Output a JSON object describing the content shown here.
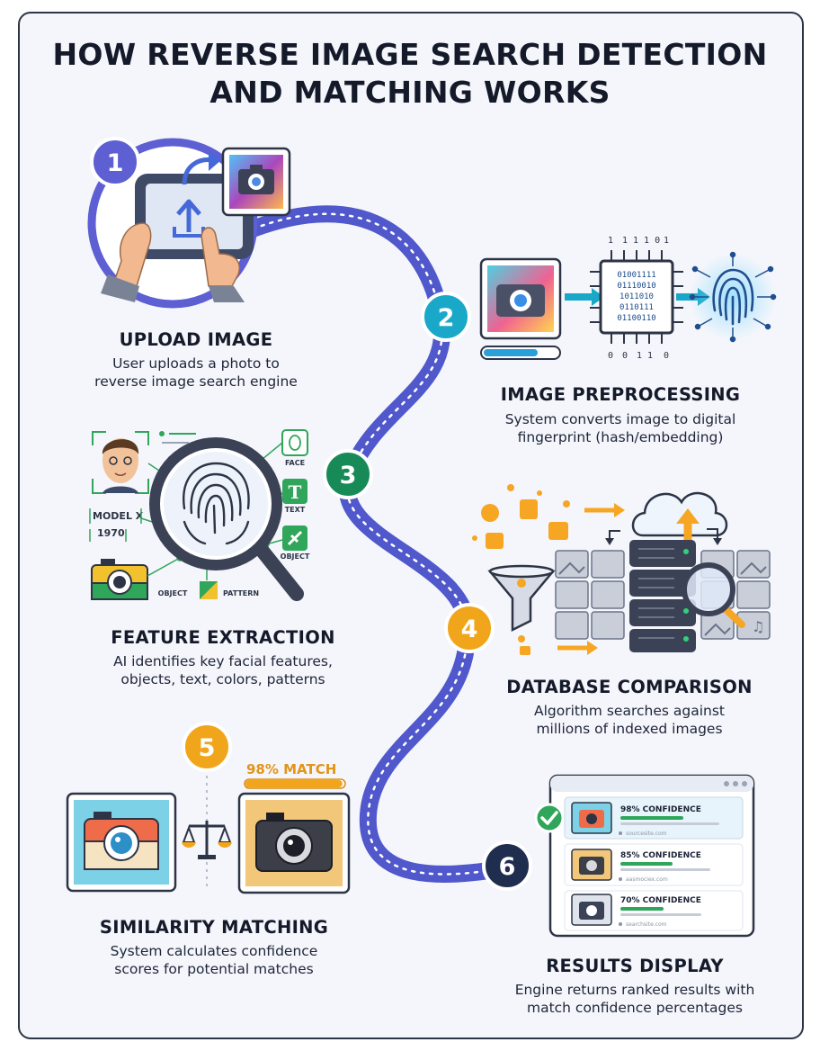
{
  "title_line1": "HOW REVERSE IMAGE SEARCH DETECTION",
  "title_line2": "AND MATCHING WORKS",
  "colors": {
    "path": "#5058cc",
    "step1": "#5d5fd3",
    "step2": "#1aa8c9",
    "step3": "#188a57",
    "step4": "#f1a51b",
    "step5": "#f1a51b",
    "step6": "#1f2d4f",
    "accent_orange": "#f6a623",
    "green": "#2fa65a"
  },
  "steps": [
    {
      "number": "1",
      "title": "UPLOAD IMAGE",
      "desc1": "User uploads a photo to",
      "desc2": "reverse image search engine"
    },
    {
      "number": "2",
      "title": "IMAGE PREPROCESSING",
      "desc1": "System converts image to digital",
      "desc2": "fingerprint (hash/embedding)"
    },
    {
      "number": "3",
      "title": "FEATURE EXTRACTION",
      "desc1": "AI identifies key facial features,",
      "desc2": "objects, text, colors, patterns"
    },
    {
      "number": "4",
      "title": "DATABASE COMPARISON",
      "desc1": "Algorithm searches against",
      "desc2": "millions of indexed images"
    },
    {
      "number": "5",
      "title": "SIMILARITY MATCHING",
      "desc1": "System calculates confidence",
      "desc2": "scores for potential matches"
    },
    {
      "number": "6",
      "title": "RESULTS DISPLAY",
      "desc1": "Engine returns ranked results with",
      "desc2": "match confidence percentages"
    }
  ],
  "binary": {
    "top": [
      "1",
      "1",
      "1 1 0",
      "1"
    ],
    "chip_lines": [
      "01001111",
      "01110010",
      "1011010",
      "0110111",
      "01100110"
    ],
    "bottom": [
      "0",
      "0",
      "1 1",
      "0"
    ]
  },
  "features": {
    "model_label": "MODEL X",
    "year_label": "1970",
    "labels": [
      "FACE",
      "TEXT",
      "OBJECT",
      "OBJECT",
      "PATTERN"
    ]
  },
  "match": {
    "label": "98% MATCH",
    "value": 0.98
  },
  "results": [
    {
      "confidence": "98% CONFIDENCE",
      "url": "sourcesite.com"
    },
    {
      "confidence": "85% CONFIDENCE",
      "url": "aasmociex.com"
    },
    {
      "confidence": "70% CONFIDENCE",
      "url": "searchsite.com"
    }
  ]
}
